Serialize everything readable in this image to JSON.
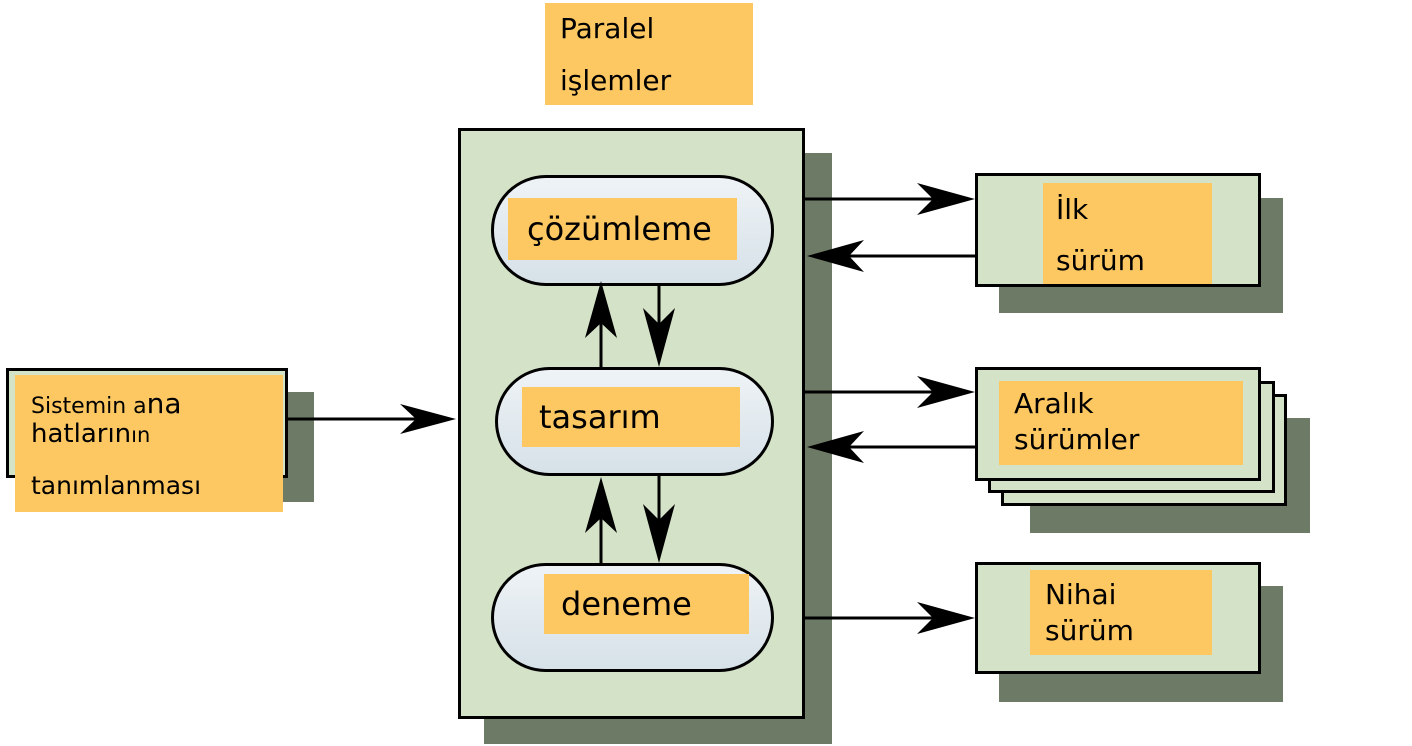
{
  "title": {
    "line1": "Paralel",
    "line2": "işlemler"
  },
  "input": {
    "part1a": "Sistemin a",
    "part1b": "na",
    "part2a": "hatların",
    "part2b": "ın",
    "part3": "tanımlanması"
  },
  "activities": {
    "analysis": "çözümleme",
    "design": "tasarım",
    "test": "deneme"
  },
  "outputs": {
    "first": {
      "line1": "İlk",
      "line2": "sürüm"
    },
    "intermediate": {
      "line1": "Aralık",
      "line2": "sürümler"
    },
    "final": {
      "line1": "Nihai",
      "line2": "sürüm"
    }
  },
  "colors": {
    "label": "#fdc862",
    "panel": "#d4e2c8",
    "shadow": "#6d7a66",
    "stroke": "#000000"
  }
}
